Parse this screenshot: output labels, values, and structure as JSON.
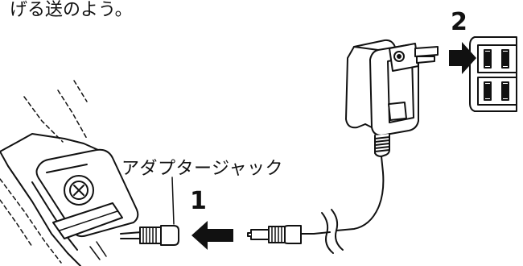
{
  "labels": {
    "top_partial": "げる送のよう。",
    "adapter_jack": "アダプタージャック",
    "step_1": "1",
    "step_2": "2"
  },
  "colors": {
    "line": "#111111",
    "fill": "#ffffff",
    "arrow": "#111111"
  },
  "icons": {
    "step1_arrow": "arrow-left-icon",
    "step2_arrow": "arrow-right-icon"
  }
}
